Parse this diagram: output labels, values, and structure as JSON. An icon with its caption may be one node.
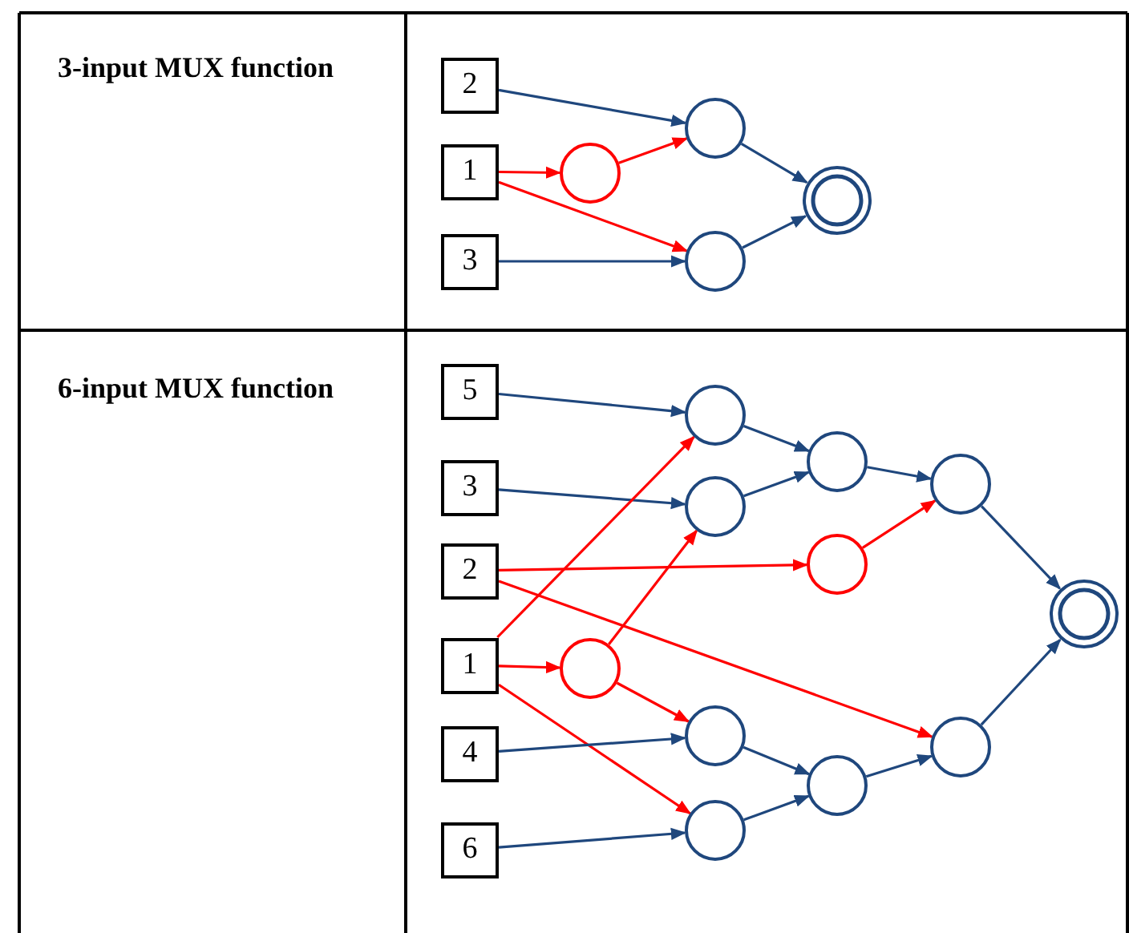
{
  "diagram": {
    "nodes": [
      {
        "text": [
          "2"
        ]
      },
      {
        "text": [
          "1"
        ]
      },
      {
        "text": [
          "3"
        ]
      },
      {
        "text": [],
        "shape": "circle"
      },
      {
        "text": [],
        "shape": "circle"
      },
      {
        "text": [],
        "shape": "circle"
      },
      {
        "text": [],
        "shape": "double-circle"
      },
      {
        "text": [
          "5"
        ]
      },
      {
        "text": [
          "3"
        ]
      },
      {
        "text": [
          "2"
        ]
      },
      {
        "text": [
          "1"
        ]
      },
      {
        "text": [
          "4"
        ]
      },
      {
        "text": [
          "6"
        ]
      },
      {
        "text": [],
        "shape": "circle"
      },
      {
        "text": [],
        "shape": "circle"
      },
      {
        "text": [],
        "shape": "circle"
      },
      {
        "text": [],
        "shape": "circle"
      },
      {
        "text": [],
        "shape": "circle"
      },
      {
        "text": [],
        "shape": "circle"
      },
      {
        "text": [],
        "shape": "circle"
      },
      {
        "text": [],
        "shape": "circle"
      },
      {
        "text": [],
        "shape": "circle"
      },
      {
        "text": [],
        "shape": "circle"
      },
      {
        "text": [],
        "shape": "double-circle"
      }
    ],
    "edges": [
      {
        "from": 0,
        "to": 4,
        "arrow": "to"
      },
      {
        "from": 1,
        "to": 3,
        "arrow": "to",
        "color": "#ff0000"
      },
      {
        "from": 3,
        "to": 4,
        "arrow": "to",
        "color": "#ff0000"
      },
      {
        "from": 1,
        "to": 5,
        "arrow": "to",
        "color": "#ff0000"
      },
      {
        "from": 2,
        "to": 5,
        "arrow": "to"
      },
      {
        "from": 4,
        "to": 6,
        "arrow": "to"
      },
      {
        "from": 5,
        "to": 6,
        "arrow": "to"
      },
      {
        "from": 7,
        "to": 13,
        "arrow": "to"
      },
      {
        "from": 8,
        "to": 14,
        "arrow": "to"
      },
      {
        "from": 10,
        "to": 13,
        "arrow": "to",
        "color": "#ff0000"
      },
      {
        "from": 10,
        "to": 18,
        "arrow": "to",
        "color": "#ff0000"
      },
      {
        "from": 18,
        "to": 14,
        "arrow": "to",
        "color": "#ff0000"
      },
      {
        "from": 18,
        "to": 19,
        "arrow": "to",
        "color": "#ff0000"
      },
      {
        "from": 10,
        "to": 20,
        "arrow": "to",
        "color": "#ff0000"
      },
      {
        "from": 9,
        "to": 17,
        "arrow": "to",
        "color": "#ff0000"
      },
      {
        "from": 9,
        "to": 22,
        "arrow": "to",
        "color": "#ff0000"
      },
      {
        "from": 11,
        "to": 19,
        "arrow": "to"
      },
      {
        "from": 12,
        "to": 20,
        "arrow": "to"
      },
      {
        "from": 13,
        "to": 15,
        "arrow": "to"
      },
      {
        "from": 14,
        "to": 15,
        "arrow": "to"
      },
      {
        "from": 19,
        "to": 21,
        "arrow": "to"
      },
      {
        "from": 20,
        "to": 21,
        "arrow": "to"
      },
      {
        "from": 15,
        "to": 16,
        "arrow": "to"
      },
      {
        "from": 17,
        "to": 16,
        "arrow": "to",
        "color": "#ff0000"
      },
      {
        "from": 21,
        "to": 22,
        "arrow": "to"
      },
      {
        "from": 16,
        "to": 23,
        "arrow": "to"
      },
      {
        "from": 22,
        "to": 23,
        "arrow": "to"
      }
    ],
    "labels": [
      "3-input MUX function",
      "6-input MUX function"
    ]
  }
}
